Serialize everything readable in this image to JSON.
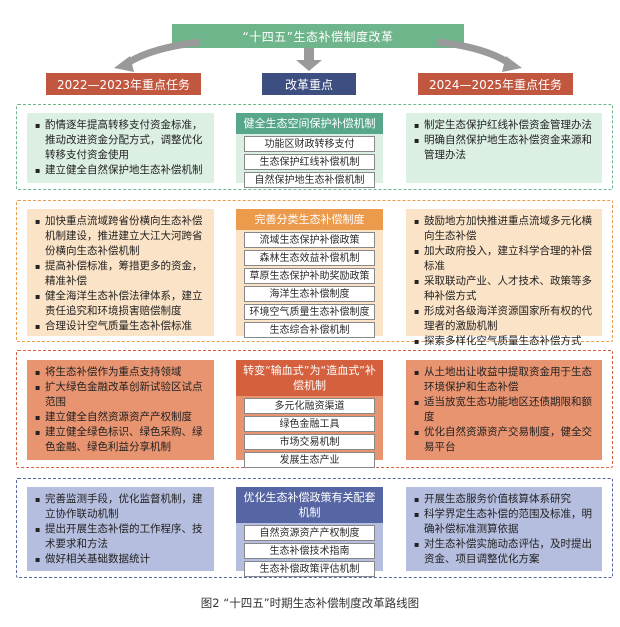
{
  "title": "“十四五”生态补偿制度改革",
  "phases": {
    "left": "2022—2023年重点任务",
    "mid": "改革重点",
    "right": "2024—2025年重点任务"
  },
  "rows": [
    {
      "left": [
        "酌情逐年提高转移支付资金标准，推动改进资金分配方式，调整优化转移支付资金使用",
        "建立健全自然保护地生态补偿机制"
      ],
      "mid_head": "健全生态空间保护补偿机制",
      "mid_items": [
        "功能区财政转移支付",
        "生态保护红线补偿机制",
        "自然保护地生态补偿机制"
      ],
      "right": [
        "制定生态保护红线补偿资金管理办法",
        "明确自然保护地生态补偿资金来源和管理办法"
      ]
    },
    {
      "left": [
        "加快重点流域跨省份横向生态补偿机制建设，推进建立大江大河跨省份横向生态补偿机制",
        "提高补偿标准，筹措更多的资金，精准补偿",
        "健全海洋生态补偿法律体系，建立责任追究和环境损害赔偿制度",
        "合理设计空气质量生态补偿标准"
      ],
      "mid_head": "完善分类生态补偿制度",
      "mid_items": [
        "流域生态保护补偿政策",
        "森林生态效益补偿机制",
        "草原生态保护补助奖励政策",
        "海洋生态补偿制度",
        "环境空气质量生态补偿制度",
        "生态综合补偿机制"
      ],
      "right": [
        "鼓励地方加快推进重点流域多元化横向生态补偿",
        "加大政府投入，建立科学合理的补偿标准",
        "采取联动产业、人才技术、政策等多种补偿方式",
        "形成对各级海洋资源国家所有权的代理者的激励机制",
        "探索多样化空气质量生态补偿方式"
      ]
    },
    {
      "left": [
        "将生态补偿作为重点支持领域",
        "扩大绿色金融改革创新试验区试点范围",
        "建立健全自然资源资产产权制度",
        "建立健全绿色标识、绿色采购、绿色金融、绿色利益分享机制"
      ],
      "mid_head": "转变“输血式”为“造血式”补偿机制",
      "mid_items": [
        "多元化融资渠道",
        "绿色金融工具",
        "市场交易机制",
        "发展生态产业"
      ],
      "right": [
        "从土地出让收益中提取资金用于生态环境保护和生态补偿",
        "适当放宽生态功能地区还债期限和额度",
        "优化自然资源资产交易制度，健全交易平台"
      ]
    },
    {
      "left": [
        "完善监测手段，优化监督机制，建立协作联动机制",
        "提出开展生态补偿的工作程序、技术要求和方法",
        "做好相关基础数据统计"
      ],
      "mid_head": "优化生态补偿政策有关配套机制",
      "mid_items": [
        "自然资源资产产权制度",
        "生态补偿技术指南",
        "生态补偿政策评估机制"
      ],
      "right": [
        "开展生态服务价值核算体系研究",
        "科学界定生态补偿的范围及标准，明确补偿标准测算依据",
        "对生态补偿实施动态评估，及时提出资金、项目调整优化方案"
      ]
    }
  ],
  "caption": "图2 “十四五”时期生态补偿制度改革路线图",
  "colors": {
    "green": "#6fb58c",
    "red": "#c2573f",
    "navy": "#3d4f80",
    "row1_bg": "#dcefe3",
    "row1_head": "#58a78b",
    "row2_bg": "#fbe3c7",
    "row2_head": "#ec9a4c",
    "row3_bg": "#e99470",
    "row3_head": "#d4603e",
    "row4_bg": "#b5bedf",
    "row4_head": "#5665a3"
  }
}
